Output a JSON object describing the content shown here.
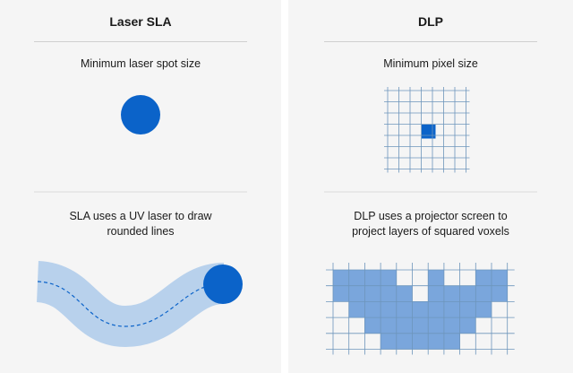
{
  "left": {
    "title": "Laser SLA",
    "top_caption": "Minimum laser spot size",
    "bottom_caption_line1": "SLA uses a UV laser to draw",
    "bottom_caption_line2": "rounded lines"
  },
  "right": {
    "title": "DLP",
    "top_caption": "Minimum pixel size",
    "bottom_caption_line1": "DLP uses a projector screen to",
    "bottom_caption_line2": "project layers of squared voxels"
  },
  "colors": {
    "primary_blue": "#0b63c9",
    "light_blue": "#b8d1ec",
    "voxel_blue": "#7aa6dc",
    "grid_line": "#6d95bb",
    "panel_bg": "#f5f5f5"
  },
  "voxel_grid": {
    "cols": 11,
    "rows": 5,
    "filled": [
      [
        0,
        0
      ],
      [
        1,
        0
      ],
      [
        2,
        0
      ],
      [
        3,
        0
      ],
      [
        6,
        0
      ],
      [
        9,
        0
      ],
      [
        10,
        0
      ],
      [
        0,
        1
      ],
      [
        1,
        1
      ],
      [
        2,
        1
      ],
      [
        3,
        1
      ],
      [
        4,
        1
      ],
      [
        6,
        1
      ],
      [
        7,
        1
      ],
      [
        8,
        1
      ],
      [
        9,
        1
      ],
      [
        10,
        1
      ],
      [
        1,
        2
      ],
      [
        2,
        2
      ],
      [
        3,
        2
      ],
      [
        4,
        2
      ],
      [
        5,
        2
      ],
      [
        6,
        2
      ],
      [
        7,
        2
      ],
      [
        8,
        2
      ],
      [
        9,
        2
      ],
      [
        2,
        3
      ],
      [
        3,
        3
      ],
      [
        4,
        3
      ],
      [
        5,
        3
      ],
      [
        6,
        3
      ],
      [
        7,
        3
      ],
      [
        8,
        3
      ],
      [
        3,
        4
      ],
      [
        4,
        4
      ],
      [
        5,
        4
      ],
      [
        6,
        4
      ],
      [
        7,
        4
      ]
    ]
  }
}
